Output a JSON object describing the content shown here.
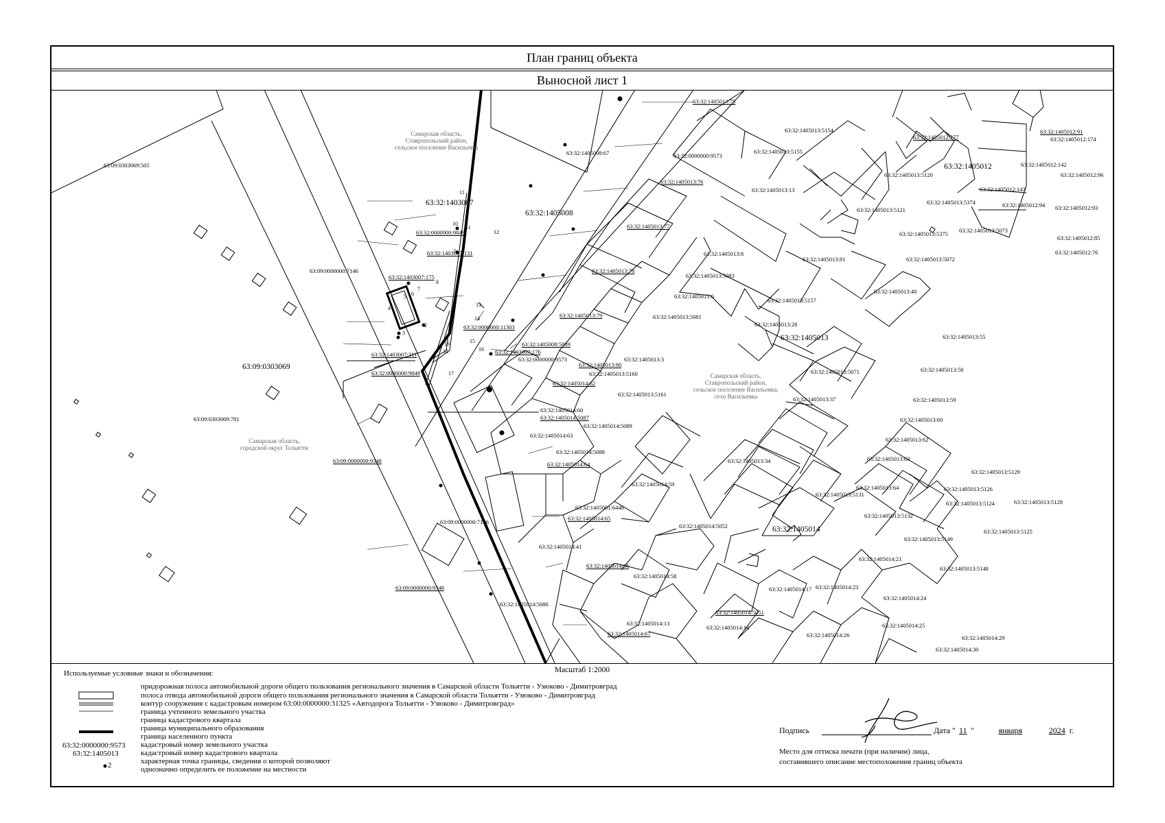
{
  "header": {
    "title": "План границ объекта",
    "subtitle": "Выносной лист 1"
  },
  "map": {
    "quarters": {
      "q1403007": "63:32:1403007",
      "q1405008": "63:32:1405008",
      "q0303069": "63:09:0303069",
      "q1405013": "63:32:1405013",
      "q1405012": "63:32:1405012",
      "q1405014": "63:32:1405014"
    },
    "areas": {
      "vasilyevka_1": [
        "Самарская область,",
        "Ставропольский район,",
        "сельское поселение Васильевка"
      ],
      "vasilyevka_2": [
        "Самарская область,",
        "Ставропольский район,",
        "сельское поселение Васильевка,",
        "село Васильевка"
      ],
      "togliatti": [
        "Самарская область,",
        "городской округ Тольятти"
      ]
    },
    "parcels": {
      "p505": "63:09:0303069:505",
      "p9849a": "63:32:0000000:9849",
      "p131": "63:32:1403007:131",
      "p7146a": "63:09:0000000:7146",
      "p175": "63:32:1403007:175",
      "p11303": "63:32:0000000:11303",
      "p311": "63:32:1403007:311",
      "p9849b": "63:32:0000000:9849",
      "p781": "63:09:0303069:781",
      "p9348a": "63:09:0000000:9348",
      "p7146b": "63:09:0000000:7146",
      "p9348b": "63:09:0000000:9348",
      "p867": "63:32:1405008:67",
      "p5089a": "63:32:1405008:5089",
      "p176": "63:32:1403007:176",
      "p9573a": "63:32:0000000:9573",
      "p75": "63:32:1405013:75",
      "p9573b": "63:32:0000000:9573",
      "p76": "63:32:1405013:76",
      "p77": "63:32:1405013:77",
      "p78": "63:32:1405013:78",
      "p79": "63:32:1405013:79",
      "p80": "63:32:1405013:80",
      "p62": "63:32:1405014:62",
      "p60": "63:32:1405014:60",
      "p5087": "63:32:1405014:5087",
      "p63": "63:32:1405014:63",
      "p5089b": "63:32:1405014:5089",
      "p5088": "63:32:1405014:5088",
      "p64": "63:32:1405014:64",
      "p6448": "63:32:1405001:6448",
      "p65": "63:32:1405014:65",
      "p41": "63:32:1405014:41",
      "p66": "63:32:1405014:66",
      "p5086": "63:32:1405014:5086",
      "p13": "63:32:1405014:13",
      "p67": "63:32:1405014:67",
      "p5154": "63:32:1405013:5154",
      "p5155": "63:32:1405013:5155",
      "p13_13": "63:32:1405013:13",
      "p177": "63:32:1405012:177",
      "p91": "63:32:1405012:91",
      "p174": "63:32:1405012:174",
      "p5120": "63:32:1405013:5120",
      "p142a": "63:32:1405012:142",
      "p96": "63:32:1405012:96",
      "p5121": "63:32:1405013:5121",
      "p5374": "63:32:1405013:5374",
      "p143": "63:32:1405012:143",
      "p94": "63:32:1405012:94",
      "p93": "63:32:1405012:93",
      "p5375": "63:32:1405013:5375",
      "p5073": "63:32:1405013:5073",
      "p85": "63:32:1405012:85",
      "p76b": "63:32:1405012:76",
      "p5072": "63:32:1405013:5072",
      "p8": "63:32:1405013:8",
      "p81": "63:32:1405013:81",
      "p5083": "63:32:1405013:5083",
      "p6": "63:32:1405013:6",
      "p40": "63:32:1405013:40",
      "p5081": "63:32:1405013:5081",
      "p5157": "63:32:1405013:5157",
      "p28": "63:32:1405013:28",
      "p55": "63:32:1405013:55",
      "p3": "63:32:1405013:3",
      "p5160": "63:32:1405013:5160",
      "p5161": "63:32:1405013:5161",
      "p5071": "63:32:1405013:5071",
      "p58": "63:32:1405013:58",
      "p37": "63:32:1405013:37",
      "p59": "63:32:1405013:59",
      "p60b": "63:32:1405013:60",
      "p62b": "63:32:1405013:62",
      "p59b": "63:32:1405014:59",
      "p34": "63:32:1405013:34",
      "p63b": "63:32:1405013:63",
      "p5129": "63:32:1405013:5129",
      "p64b": "63:32:1405013:64",
      "p5131": "63:32:1405013:5131",
      "p5126": "63:32:1405013:5126",
      "p5124": "63:32:1405013:5124",
      "p5128": "63:32:1405013:5128",
      "p5132": "63:32:1405013:5132",
      "p5125": "63:32:1405013:5125",
      "p5052": "63:32:1405014:5052",
      "p5149": "63:32:1405013:5149",
      "p21": "63:32:1405014:21",
      "p5148": "63:32:1405013:5148",
      "p58b": "63:32:1405014:58",
      "p17": "63:32:1405014:17",
      "p23": "63:32:1405014:23",
      "p24": "63:32:1405014:24",
      "p5051": "63:32:1405014:5051",
      "p25": "63:32:1405014:25",
      "p16": "63:32:1405014:16",
      "p26": "63:32:1405014:26",
      "p29": "63:32:1405014:29",
      "p30": "63:32:1405014:30"
    },
    "points": [
      "1",
      "2",
      "3",
      "4",
      "5",
      "6",
      "7",
      "8",
      "9",
      "10",
      "11",
      "12",
      "13",
      "14",
      "15",
      "16",
      "17",
      "18",
      "19"
    ]
  },
  "scale": "Масштаб 1:2000",
  "legend": {
    "title": "Используемые условные знаки и обозначения:",
    "items": [
      "придорожная полоса автомобильной дороги общего пользования регионального значения в Самарской области Тольятти - Узюково - Димитровград",
      "полоса отвода автомобильной дороги общего пользования регионального значения в Самарской области Тольятти - Узюково - Димитровград",
      "контур сооружения с кадастровым номером 63:00:0000000:31325 «Автодорога Тольятти - Узюково - Димитровград»",
      "граница учтенного земельного участка",
      "граница кадастрового квартала",
      "граница муниципального образования",
      "граница населенного пункта",
      "кадастровый номер земельного участка",
      "кадастровый номер кадастрового квартала",
      "характерная точка границы, сведения о которой позволяют",
      "однозначно определить ее положение на местности"
    ],
    "sample_parcel": "63:32:0000000:9573",
    "sample_quarter": "63:32:1405013",
    "sample_point": "2"
  },
  "signature": {
    "sign_label": "Подпись",
    "date_label": "Дата",
    "day": "11",
    "month": "января",
    "year": "2024",
    "year_suffix": "г.",
    "stamp_line1": "Место для оттиска печати (при наличии) лица,",
    "stamp_line2": "составившего описание местоположения границ объекта"
  }
}
